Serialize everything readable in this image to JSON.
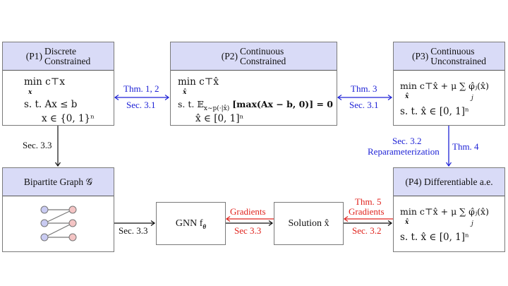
{
  "boxes": {
    "p1": {
      "tag": "(P1)",
      "title_line1": "Discrete",
      "title_line2": "Constrained",
      "obj": "min c⊤x",
      "obj_sub": "x",
      "constraint1": "s. t. Ax ≤ b",
      "constraint2": "x ∈ {0, 1}ⁿ"
    },
    "p2": {
      "tag": "(P2)",
      "title_line1": "Continuous",
      "title_line2": "Constrained",
      "obj": "min c⊤x̂",
      "obj_sub": "x̂",
      "constraint1": "s. t. 𝔼",
      "constraint1_sub": "x∼p(·|x̂)",
      "constraint1_rest": "[max(Ax − b, 0)] = 0",
      "constraint2": "x̂ ∈ [0, 1]ⁿ"
    },
    "p3": {
      "tag": "(P3)",
      "title_line1": "Continuous",
      "title_line2": "Unconstrained",
      "obj": "min c⊤x̂ + μ ∑ φ̂ⱼ(x̂)",
      "obj_sub": "x̂",
      "sum_sub": "j",
      "constraint1": "s. t. x̂ ∈ [0, 1]ⁿ"
    },
    "p4": {
      "title": "(P4) Differentiable a.e.",
      "obj": "min c⊤x̂ + μ ∑ φ̂ⱼ(x̂)",
      "obj_sub": "x̂",
      "sum_sub": "j",
      "constraint1": "s. t. x̂ ∈ [0, 1]ⁿ"
    },
    "bipartite": {
      "title": "Bipartite Graph 𝒢",
      "left_node_color": "#c9cbf2",
      "right_node_color": "#f4c4c4"
    },
    "gnn": {
      "label": "GNN f",
      "label_sub": "θ"
    },
    "solution": {
      "label": "Solution x̂"
    }
  },
  "edges": {
    "p1_p2": {
      "top": "Thm. 1, 2",
      "bottom": "Sec. 3.1",
      "color": "#1e22d6"
    },
    "p2_p3": {
      "top": "Thm. 3",
      "bottom": "Sec. 3.1",
      "color": "#1e22d6"
    },
    "p3_p4": {
      "left_line1": "Sec. 3.2",
      "left_line2": "Reparameterization",
      "right": "Thm. 4",
      "color": "#1e22d6"
    },
    "p1_bipartite": {
      "label": "Sec. 3.3"
    },
    "bipartite_gnn": {
      "label": "Sec. 3.3"
    },
    "gnn_solution": {
      "top": "Gradients",
      "bottom": "Sec 3.3",
      "color": "#e0231d"
    },
    "solution_p4": {
      "top_line1": "Thm. 5",
      "top_line2": "Gradients",
      "bottom": "Sec. 3.2",
      "color": "#e0231d"
    }
  }
}
